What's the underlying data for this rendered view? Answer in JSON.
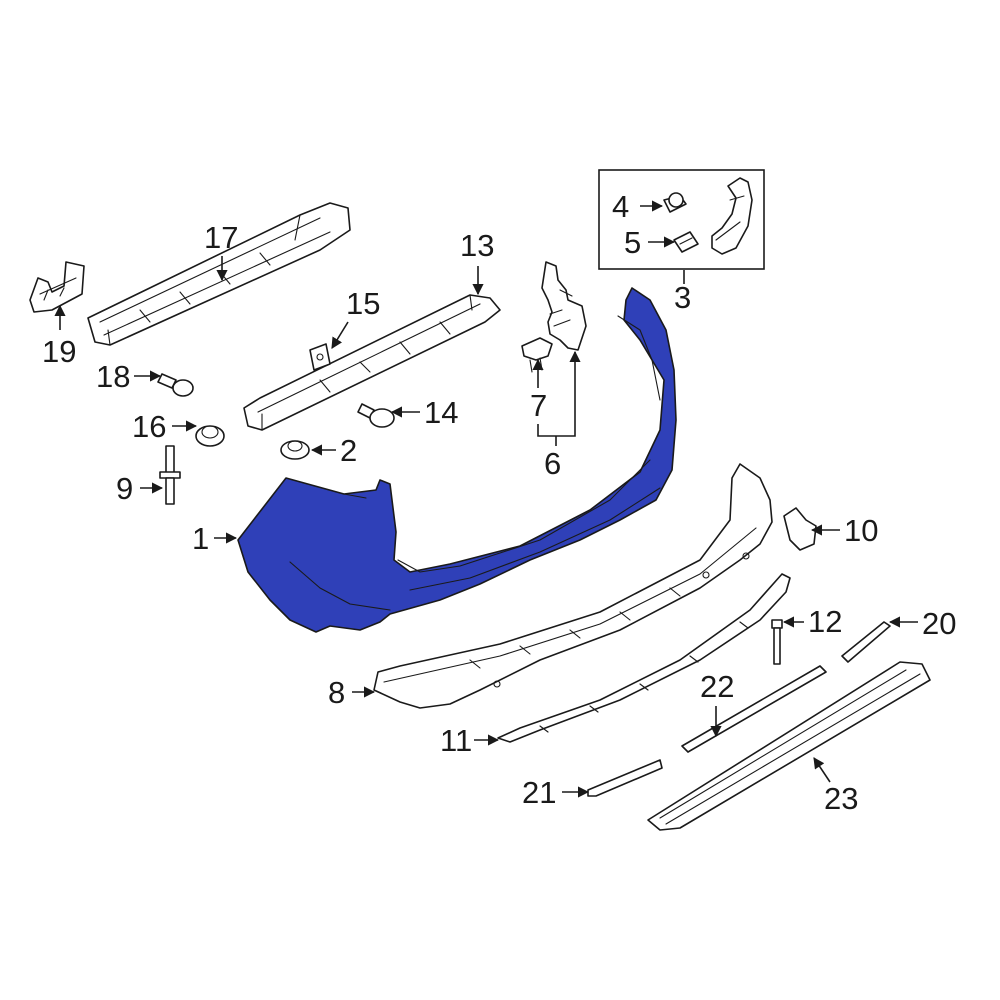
{
  "colors": {
    "highlight": "#2f40b8",
    "highlight_dark": "#1f2c8a",
    "line": "#1a1a1a",
    "background": "#ffffff"
  },
  "callouts": {
    "c1": "1",
    "c2": "2",
    "c3": "3",
    "c4": "4",
    "c5": "5",
    "c6": "6",
    "c7": "7",
    "c8": "8",
    "c9": "9",
    "c10": "10",
    "c11": "11",
    "c12": "12",
    "c13": "13",
    "c14": "14",
    "c15": "15",
    "c16": "16",
    "c17": "17",
    "c18": "18",
    "c19": "19",
    "c20": "20",
    "c21": "21",
    "c22": "22",
    "c23": "23"
  }
}
